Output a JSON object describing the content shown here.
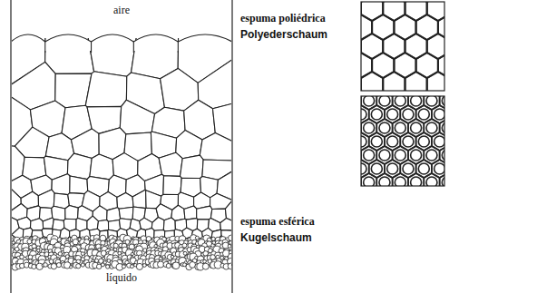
{
  "diagram": {
    "labels": [
      "aire",
      "espuma poliédrica",
      "Polyederschaum",
      "espuma esférica",
      "Kugelschaum",
      "líquido"
    ]
  }
}
